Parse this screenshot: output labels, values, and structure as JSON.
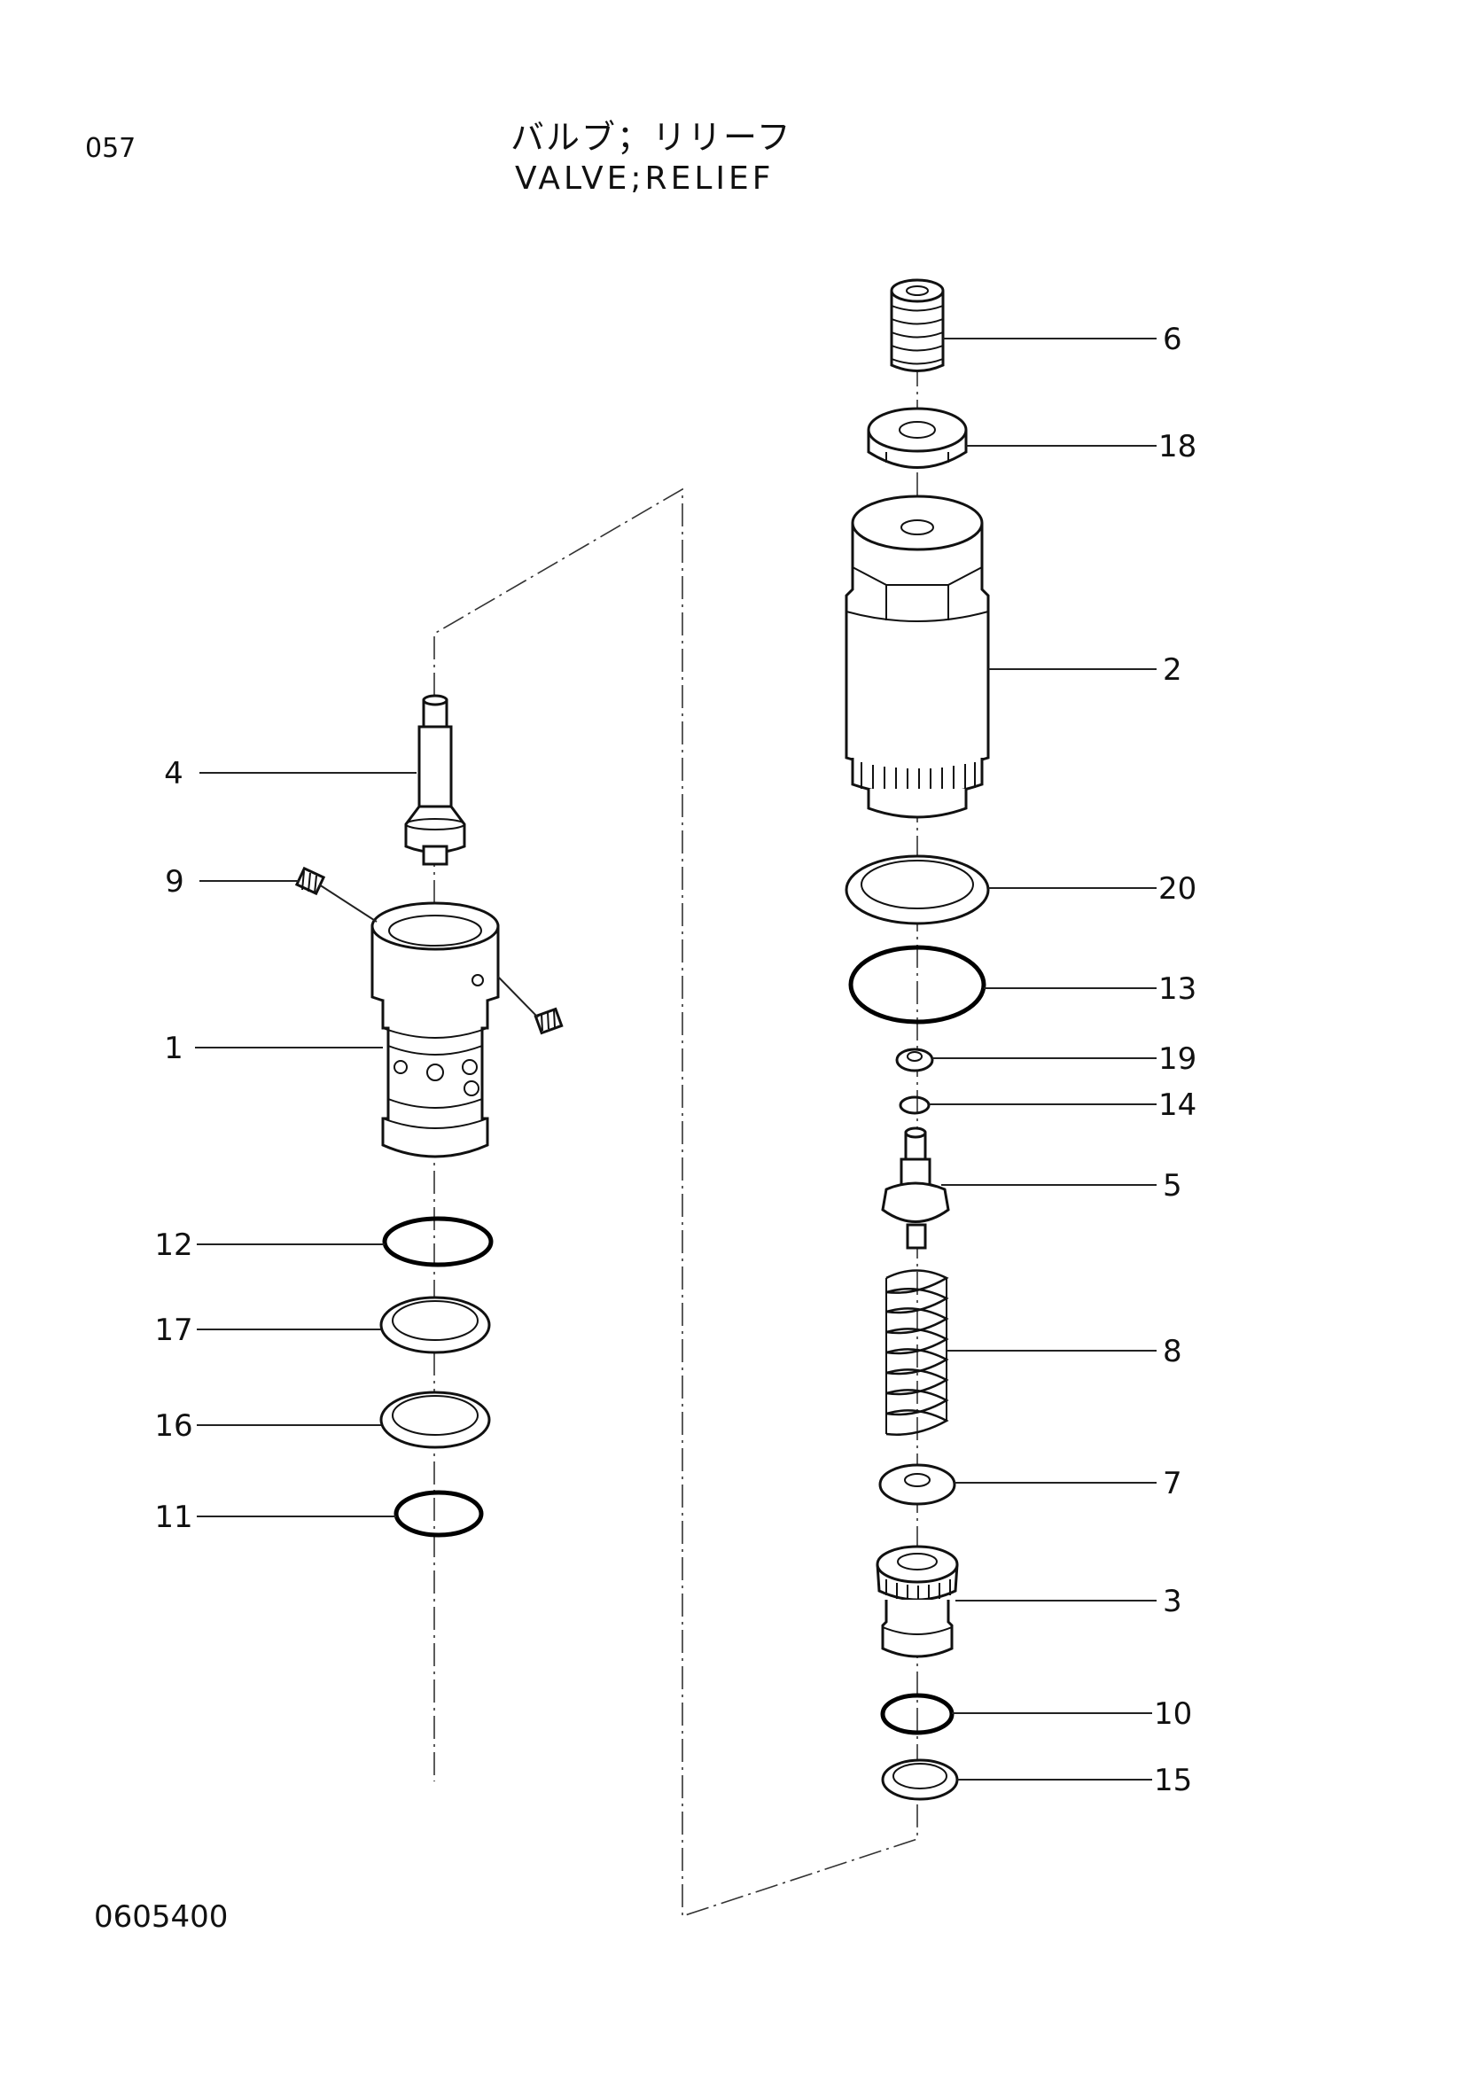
{
  "header": {
    "page_code": "057",
    "title_jp": "バルブ；リリーフ",
    "title_en": "VALVE;RELIEF"
  },
  "footer": {
    "drawing_number": "0605400"
  },
  "callouts": {
    "c1": "1",
    "c2": "2",
    "c3": "3",
    "c4": "4",
    "c5": "5",
    "c6": "6",
    "c7": "7",
    "c8": "8",
    "c9": "9",
    "c10": "10",
    "c11": "11",
    "c12": "12",
    "c13": "13",
    "c14": "14",
    "c15": "15",
    "c16": "16",
    "c17": "17",
    "c18": "18",
    "c19": "19",
    "c20": "20"
  }
}
